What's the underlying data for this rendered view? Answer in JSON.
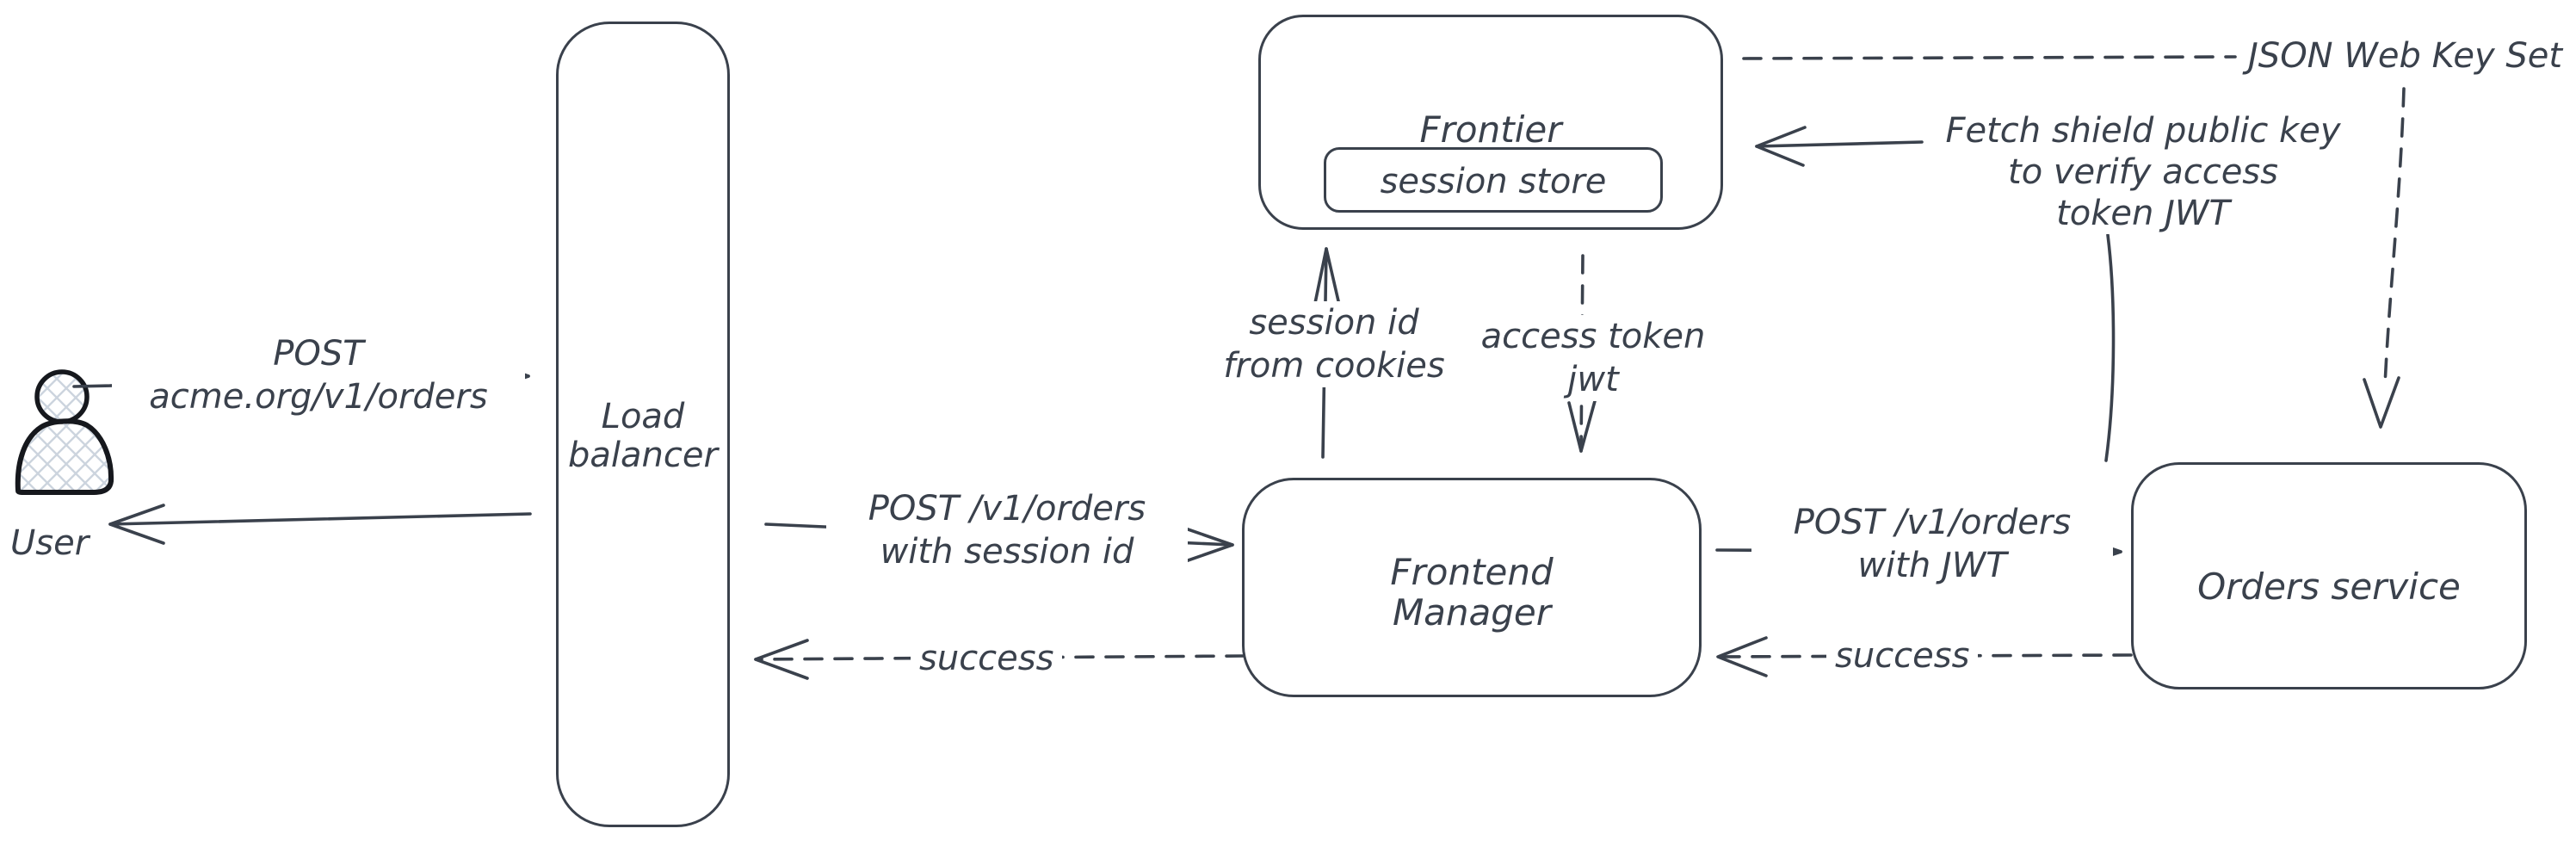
{
  "colors": {
    "ink": "#3a414c",
    "figure_stroke": "#16181d",
    "hatch": "#ccd4de",
    "background": "#ffffff"
  },
  "nodes": {
    "user": {
      "label": "User"
    },
    "load_balancer": {
      "line1": "Load",
      "line2": "balancer"
    },
    "frontier": {
      "title": "Frontier",
      "store": "session store"
    },
    "frontend_manager": {
      "line1": "Frontend",
      "line2": "Manager"
    },
    "orders_service": {
      "label": "Orders service"
    },
    "jwks": {
      "label": "JSON Web Key Set"
    }
  },
  "edges": {
    "user_to_lb": {
      "line1": "POST",
      "line2": "acme.org/v1/orders",
      "style": "solid"
    },
    "lb_to_user": {
      "style": "solid"
    },
    "lb_to_fm": {
      "line1": "POST /v1/orders",
      "line2": "with session id",
      "style": "solid"
    },
    "fm_to_lb": {
      "label": "success",
      "style": "dashed"
    },
    "fm_to_frontier": {
      "line1": "session id",
      "line2": "from cookies",
      "style": "solid"
    },
    "frontier_to_fm": {
      "line1": "access token",
      "line2": "jwt",
      "style": "dashed"
    },
    "fm_to_orders": {
      "line1": "POST /v1/orders",
      "line2": "with JWT",
      "style": "solid"
    },
    "orders_to_fm": {
      "label": "success",
      "style": "dashed"
    },
    "orders_to_frontier": {
      "line1": "Fetch shield public key",
      "line2": "to verify access",
      "line3": "token JWT",
      "style": "solid"
    },
    "frontier_to_jwks": {
      "style": "dashed"
    },
    "jwks_to_orders": {
      "style": "dashed"
    }
  }
}
